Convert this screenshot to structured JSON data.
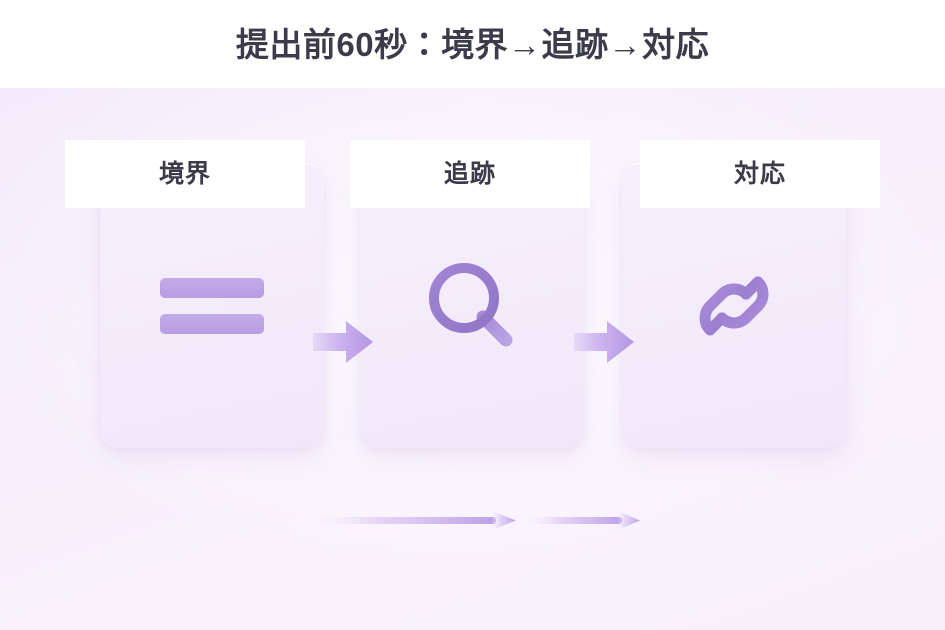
{
  "header": {
    "title": "提出前60秒：境界→追跡→対応"
  },
  "steps": [
    {
      "label": "境界",
      "icon": "equal-bars-icon"
    },
    {
      "label": "追跡",
      "icon": "magnifier-icon"
    },
    {
      "label": "対応",
      "icon": "chain-link-icon"
    }
  ],
  "connectors": [
    {
      "name": "arrow-step1-to-step2",
      "icon": "arrow-right-icon"
    },
    {
      "name": "arrow-step2-to-step3",
      "icon": "arrow-right-icon"
    }
  ],
  "flow_arrows": [
    {
      "name": "flow-arrow-left",
      "icon": "long-arrow-right-icon"
    },
    {
      "name": "flow-arrow-right",
      "icon": "long-arrow-right-icon"
    }
  ],
  "colors": {
    "title_text": "#3b3b4a",
    "canvas_background": "#f7f0fc",
    "card_background": "#f3ebfa",
    "label_background": "#ffffff",
    "accent_purple": "#b79ce3",
    "icon_purple": "#9a7ccd",
    "arrow_purple": "#c4a9ea"
  }
}
